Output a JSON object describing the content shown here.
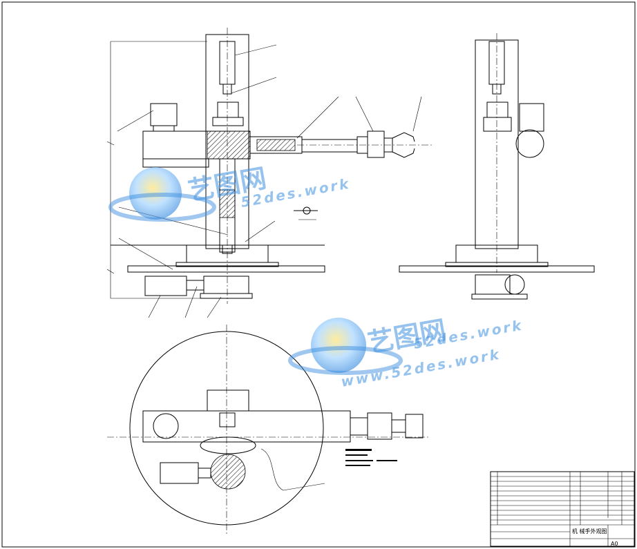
{
  "title_block": {
    "drawing_name": "机 械手外观图",
    "sheet_size": "A0"
  },
  "watermark": {
    "brand": "艺图网",
    "url_upper": "52des.work",
    "url_lower": "www.52des.work"
  }
}
